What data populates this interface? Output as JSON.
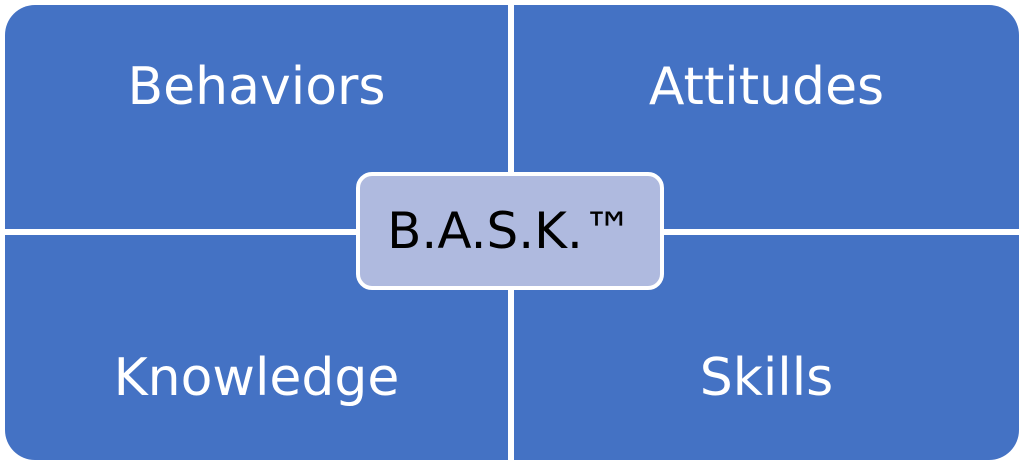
{
  "quadrants": {
    "top_left": "Behaviors",
    "top_right": "Attitudes",
    "bottom_left": "Knowledge",
    "bottom_right": "Skills"
  },
  "center": {
    "label": "B.A.S.K.™"
  },
  "colors": {
    "quadrant_fill": "#4472c4",
    "center_fill": "#afbadf",
    "quadrant_text": "#ffffff",
    "center_text": "#000000",
    "divider": "#ffffff"
  }
}
